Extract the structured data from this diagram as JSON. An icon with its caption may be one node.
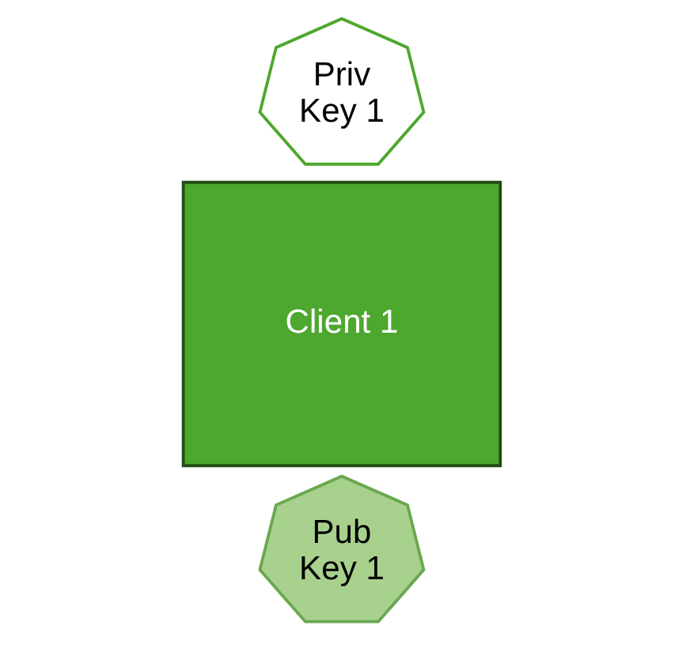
{
  "diagram": {
    "nodes": [
      {
        "text": [
          "Pub Key 1"
        ]
      },
      {
        "text": [
          "Client 1"
        ]
      },
      {
        "text": [
          "Priv Key 1"
        ]
      }
    ]
  }
}
